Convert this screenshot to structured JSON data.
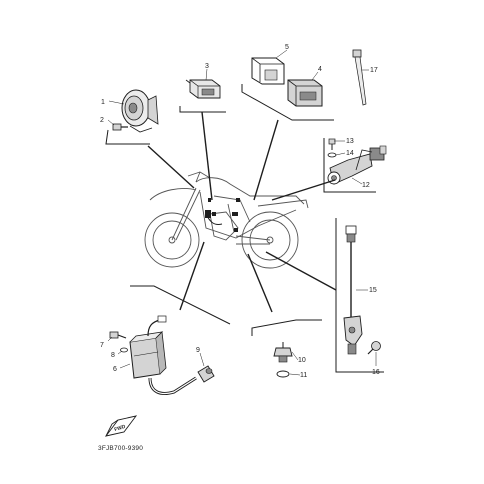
{
  "diagram": {
    "code": "3FJB700-9390",
    "fwd_label": "FWD",
    "callouts": [
      "1",
      "2",
      "3",
      "4",
      "5",
      "6",
      "7",
      "8",
      "9",
      "10",
      "11",
      "12",
      "13",
      "14",
      "15",
      "16",
      "17"
    ]
  },
  "colors": {
    "line": "#1e1e1e",
    "part_fill": "#d4d4d4",
    "part_dark": "#8a8a8a",
    "bike_line": "#555555"
  }
}
